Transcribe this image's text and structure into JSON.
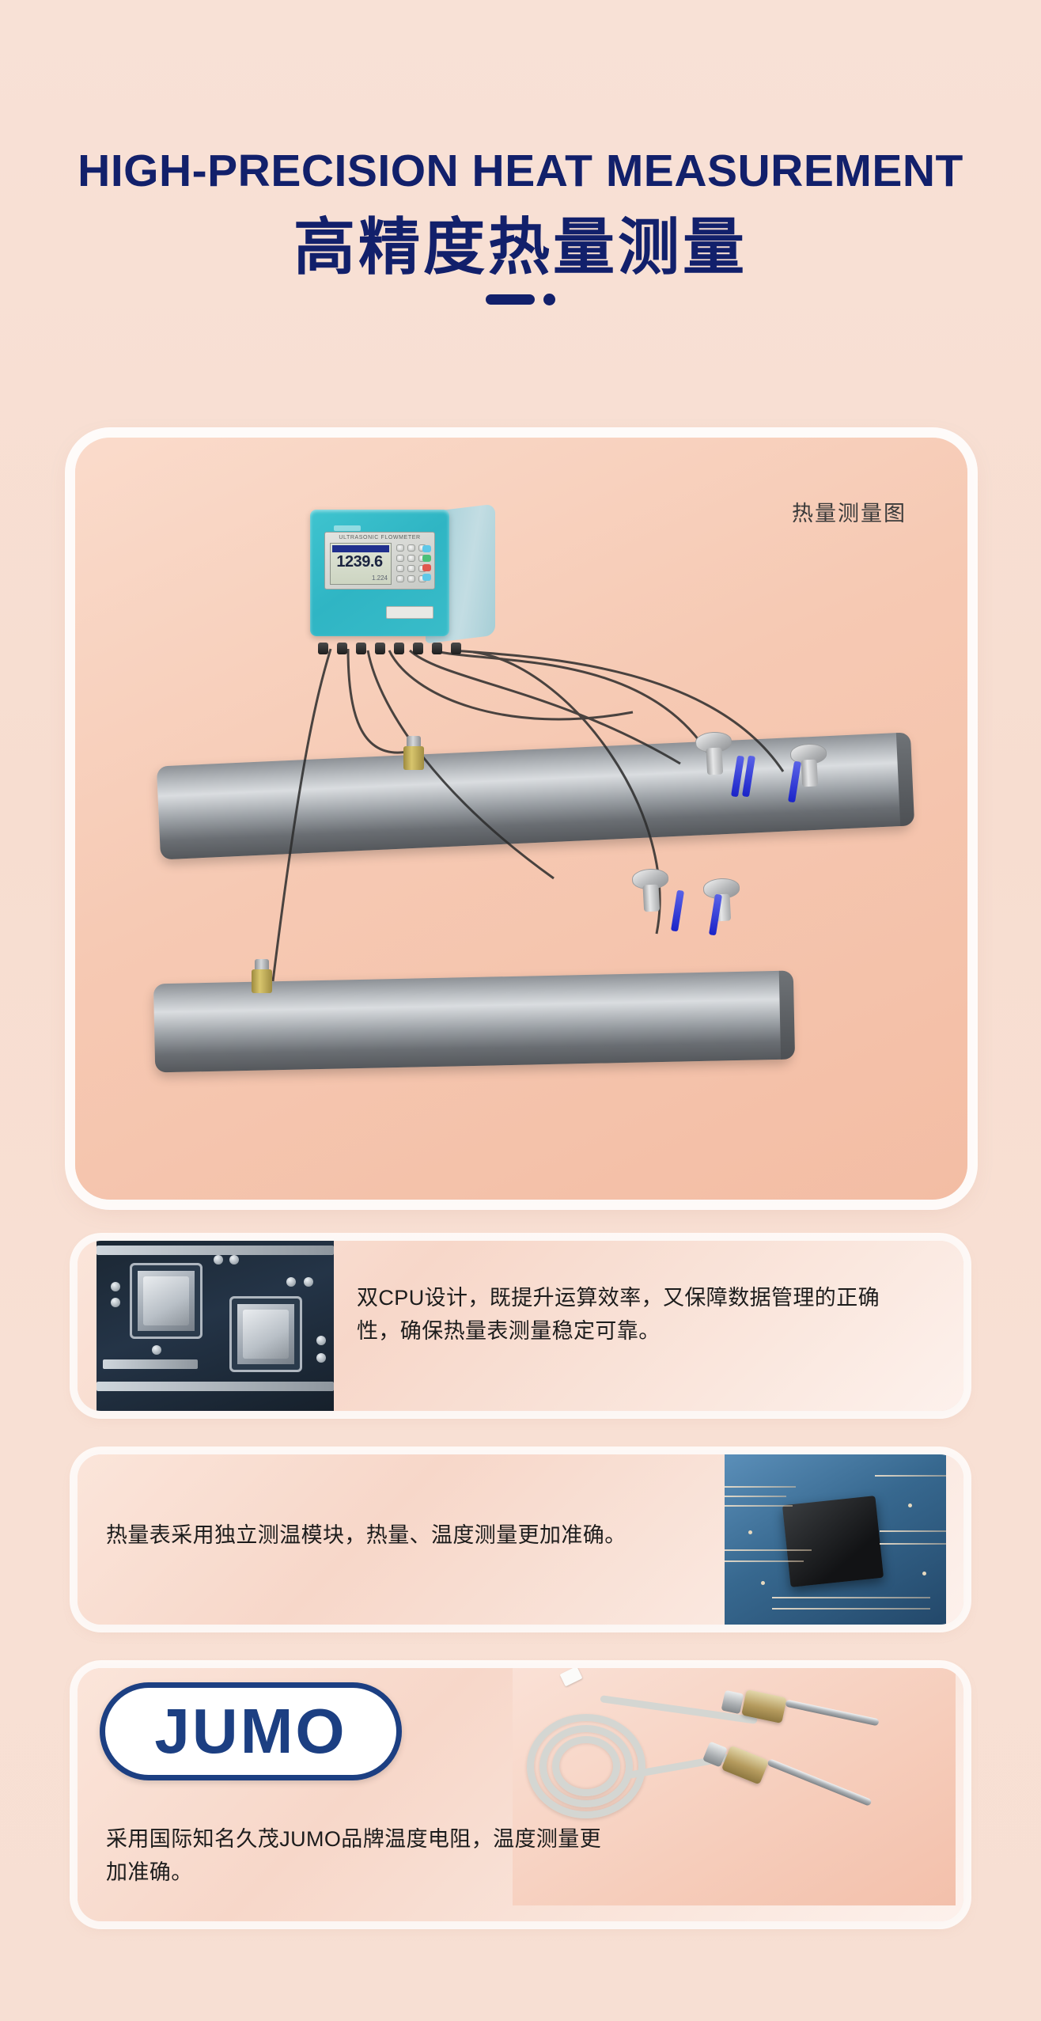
{
  "header": {
    "title_en": "HIGH-PRECISION HEAT MEASUREMENT",
    "title_cn": "高精度热量测量"
  },
  "diagram": {
    "caption": "热量测量图",
    "meter": {
      "brand_text": "ULTRASONIC FLOWMETER",
      "display_value": "1239.6",
      "display_sub": "1.224"
    }
  },
  "cards": [
    {
      "id": "dual-cpu",
      "text": "双CPU设计，既提升运算效率，又保障数据管理的正确性，确保热量表测量稳定可靠。",
      "image_name": "dual-cpu-motherboard-photo"
    },
    {
      "id": "temp-module",
      "text": "热量表采用独立测温模块，热量、温度测量更加准确。",
      "image_name": "circuit-board-chip-photo"
    },
    {
      "id": "jumo-sensor",
      "text": "采用国际知名久茂JUMO品牌温度电阻，温度测量更加准确。",
      "logo_text": "JUMO",
      "image_name": "temperature-probe-photo"
    }
  ],
  "colors": {
    "navy": "#12206b",
    "jumo_blue": "#1c3f82",
    "background_peach": "#f7dfd3",
    "panel_peach": "#f3bda4",
    "meter_cyan": "#2fb5c4",
    "beam_blue": "#1a23c8"
  }
}
